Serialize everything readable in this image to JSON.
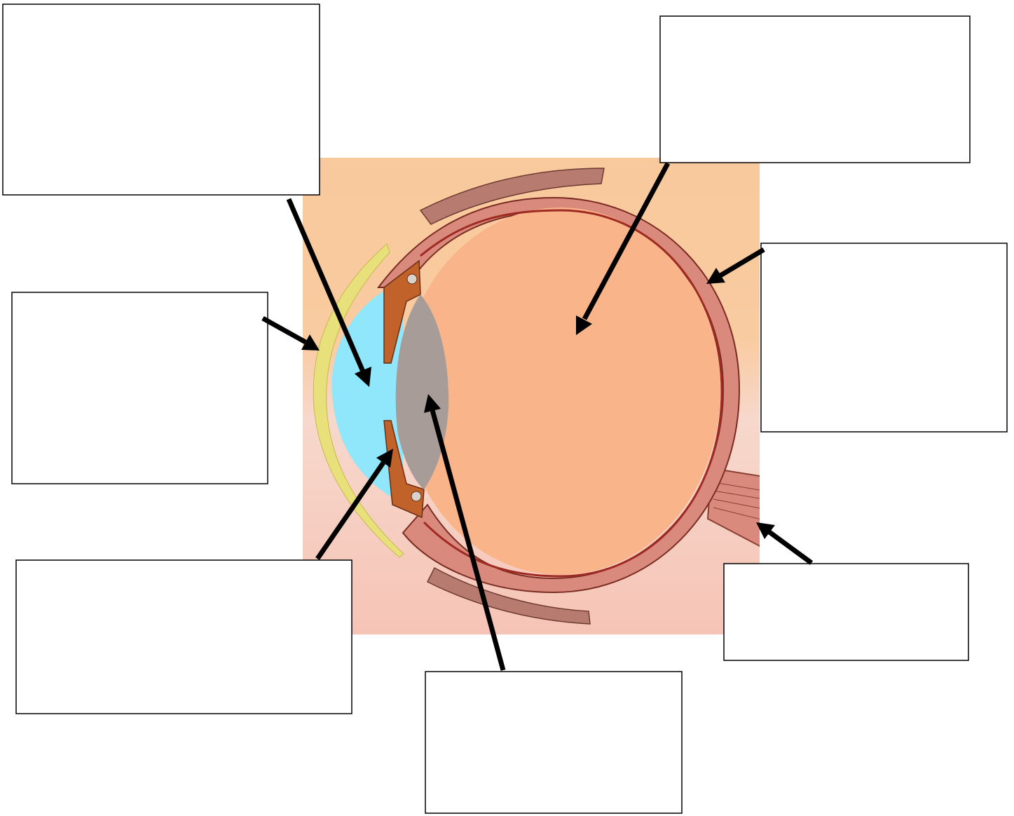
{
  "title": "",
  "colors": {
    "background_warm": "#f8caa0",
    "background_pink": "#f6c8bc",
    "vitreous": "#f9b48a",
    "sclera": "#d98a7c",
    "retina_line": "#9e2a22",
    "cornea": "#e8e07a",
    "aqueous": "#90e6fb",
    "lens": "#a89c98",
    "iris": "#c0622a",
    "muscle": "#b87b6f",
    "arrow": "#000000",
    "box_border": "#000000"
  },
  "label_boxes": [
    {
      "id": "box-top-left",
      "text": "",
      "points_to": "aqueous-humor"
    },
    {
      "id": "box-top-right",
      "text": "",
      "points_to": "vitreous-humor"
    },
    {
      "id": "box-right",
      "text": "",
      "points_to": "sclera-retina"
    },
    {
      "id": "box-left",
      "text": "",
      "points_to": "cornea"
    },
    {
      "id": "box-bottom-left",
      "text": "",
      "points_to": "iris"
    },
    {
      "id": "box-bottom-center",
      "text": "",
      "points_to": "lens"
    },
    {
      "id": "box-bottom-right",
      "text": "",
      "points_to": "optic-nerve"
    }
  ]
}
